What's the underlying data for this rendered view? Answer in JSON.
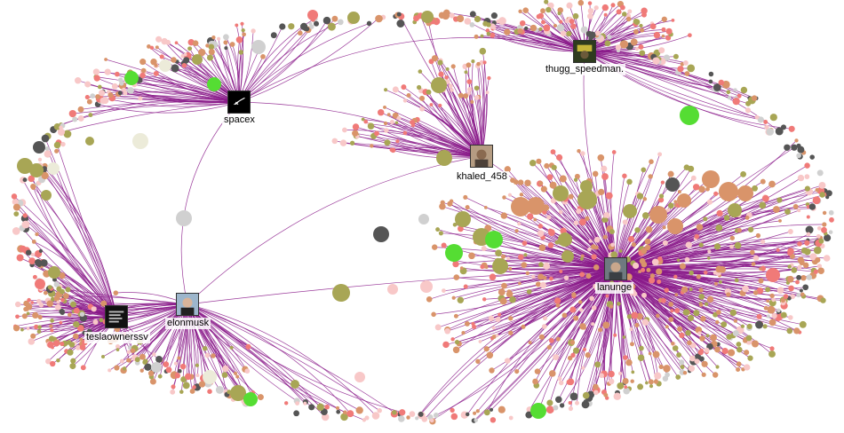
{
  "palette": {
    "edge": "#8a1a8a",
    "green": "#55dd33",
    "olive": "#a8a655",
    "orange": "#d9946a",
    "salmon": "#f07a78",
    "pink": "#f8c8c8",
    "grey": "#d0d0d0",
    "dark": "#555555",
    "pale": "#ecebd9"
  },
  "hubs": [
    {
      "id": "spacex",
      "label": "spacex",
      "icon": "spacex-logo-icon"
    },
    {
      "id": "thugg_speedman",
      "label": "thugg_speedman.",
      "icon": "profile-photo-icon"
    },
    {
      "id": "khaled_458",
      "label": "khaled_458",
      "icon": "profile-photo-icon"
    },
    {
      "id": "elonmusk",
      "label": "elonmusk",
      "icon": "profile-photo-icon"
    },
    {
      "id": "teslaownerssv",
      "label": "teslaownerssv",
      "icon": "tesla-owners-logo-icon"
    },
    {
      "id": "lanunge",
      "label": "lanunge",
      "icon": "profile-photo-icon"
    }
  ]
}
